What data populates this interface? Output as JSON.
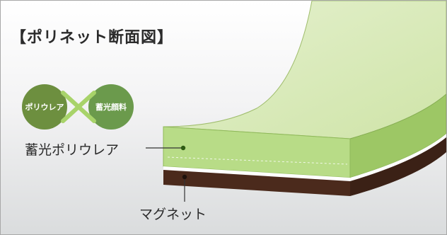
{
  "title": "【ポリネット断面図】",
  "badges": [
    {
      "text": "ポリウレア",
      "color": "#6d8f3f"
    },
    {
      "text": "蓄光顔料",
      "color": "#6b9a4c"
    }
  ],
  "layers": [
    {
      "label": "蓄光ポリウレア",
      "color": "#b7db86"
    },
    {
      "label": "マグネット",
      "color": "#4b2a1c"
    }
  ]
}
